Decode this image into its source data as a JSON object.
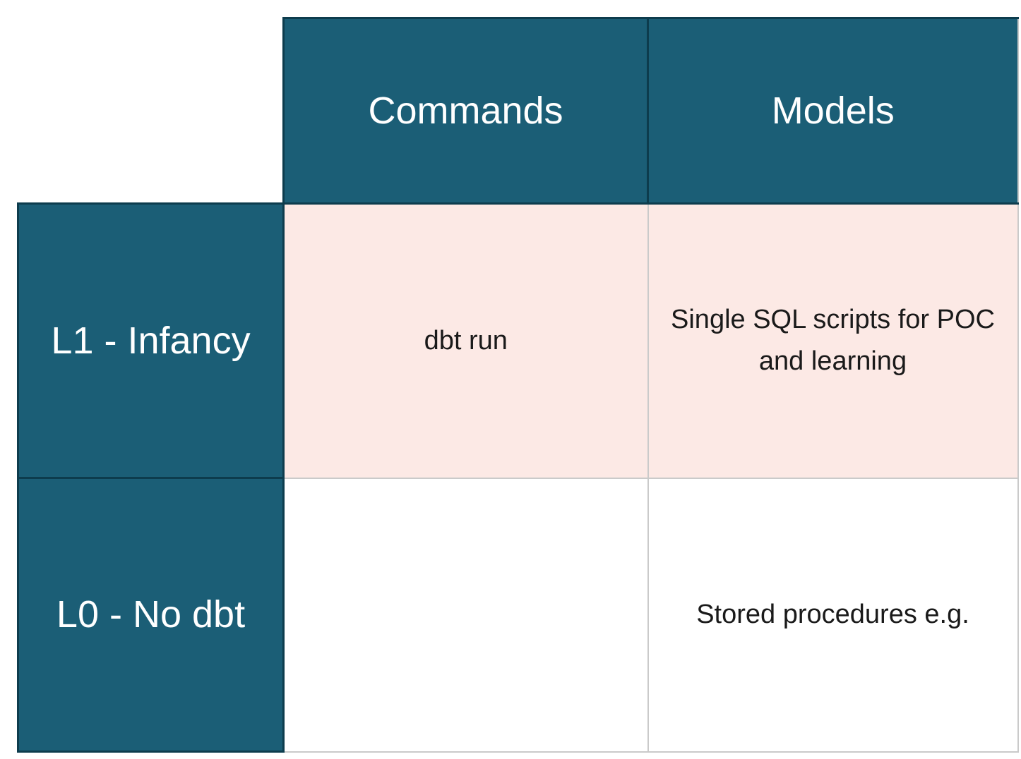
{
  "colors": {
    "teal": "#1b5e76",
    "teal-border": "#0d3c4d",
    "pink": "#fce9e5",
    "grid": "#cacaca",
    "text": "#1a1a1a",
    "header-text": "#ffffff"
  },
  "table": {
    "description": "dbt maturity matrix table",
    "corner": "",
    "column_headers": [
      "Commands",
      "Models"
    ],
    "rows": [
      {
        "header": "L1 - Infancy",
        "commands": "dbt run",
        "models": "Single SQL scripts for POC and learning",
        "highlighted": true
      },
      {
        "header": "L0 - No dbt",
        "commands": "",
        "models": "Stored procedures e.g.",
        "highlighted": false
      }
    ]
  }
}
